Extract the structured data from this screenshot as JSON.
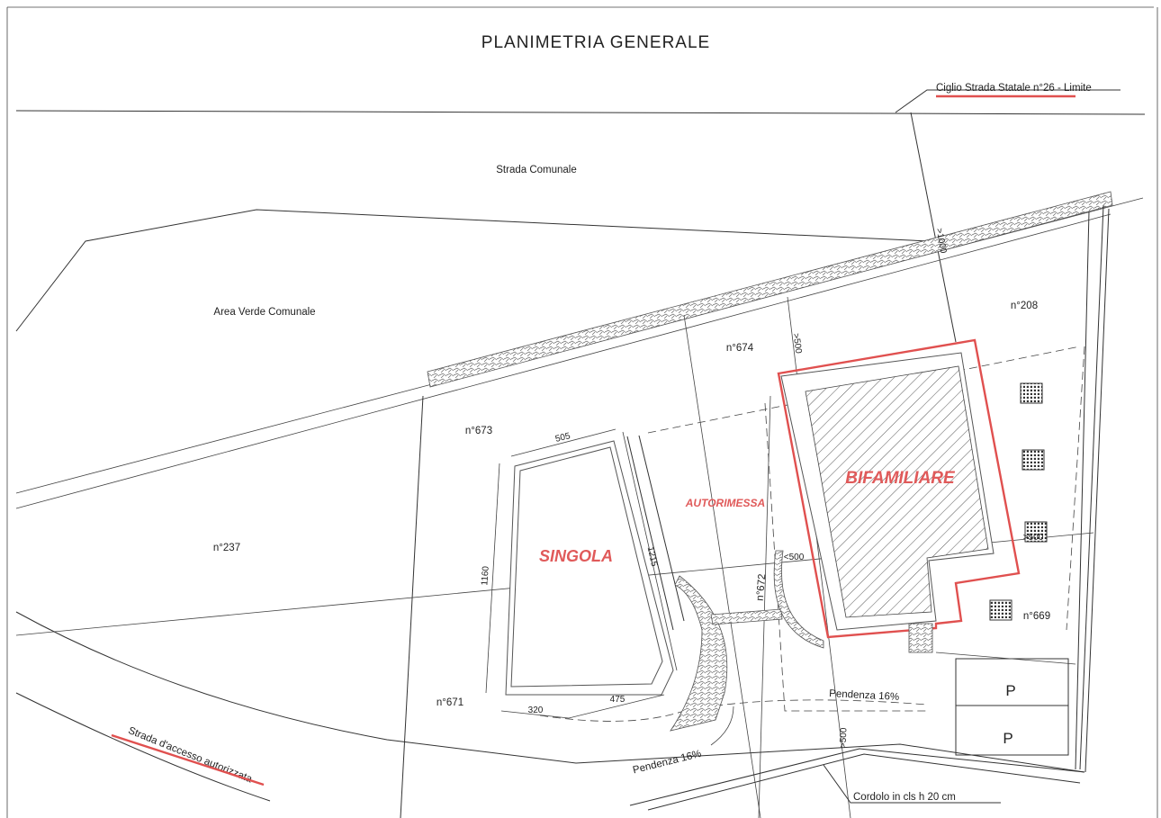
{
  "title": "PLANIMETRIA GENERALE",
  "labels": {
    "ciglio": "Ciglio Strada Statale n°26 - Limite",
    "strada_comunale": "Strada Comunale",
    "area_verde": "Area Verde Comunale",
    "strada_accesso": "Strada d'accesso autorizzata",
    "cordolo": "Cordolo in cls h 20 cm",
    "pendenza_1": "Pendenza 16%",
    "pendenza_2": "Pendenza 16%"
  },
  "buildings": {
    "singola": "SINGOLA",
    "autorimessa": "AUTORIMESSA",
    "bifamiliare": "BIFAMILIARE"
  },
  "parcels": {
    "p208": "n°208",
    "p674": "n°674",
    "p673": "n°673",
    "p237": "n°237",
    "p672": "n°672",
    "p671": "n°671",
    "p669": "n°669"
  },
  "dimensions": {
    "d505": "505",
    "d1160": "1160",
    "d1215": "1215",
    "d320": "320",
    "d475": "475",
    "d500_a": ">500",
    "d500_b": "<500",
    "d500_c": ">500",
    "d500_d": ">500",
    "d1000": ">1000"
  },
  "parking": [
    "P",
    "P"
  ],
  "colors": {
    "accent": "#e0504f",
    "line": "#333333"
  }
}
